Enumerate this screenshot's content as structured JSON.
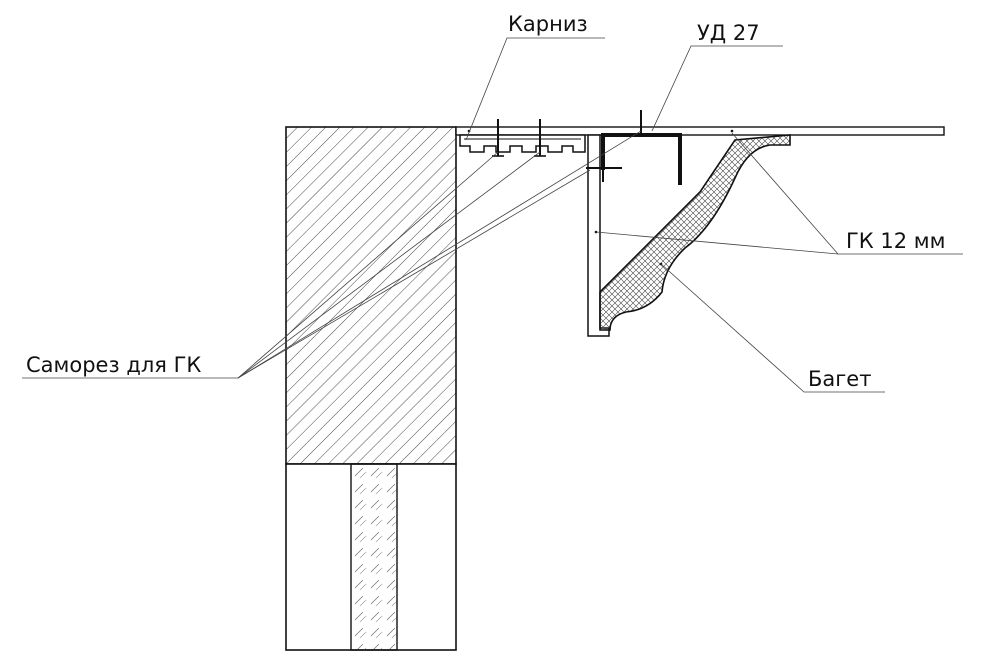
{
  "labels": {
    "cornice": "Карниз",
    "profile": "УД 27",
    "drywall": "ГК 12 мм",
    "screw": "Саморез для ГК",
    "baguette": "Багет"
  },
  "colors": {
    "line": "#111111",
    "leader": "#444444",
    "background": "#ffffff"
  }
}
